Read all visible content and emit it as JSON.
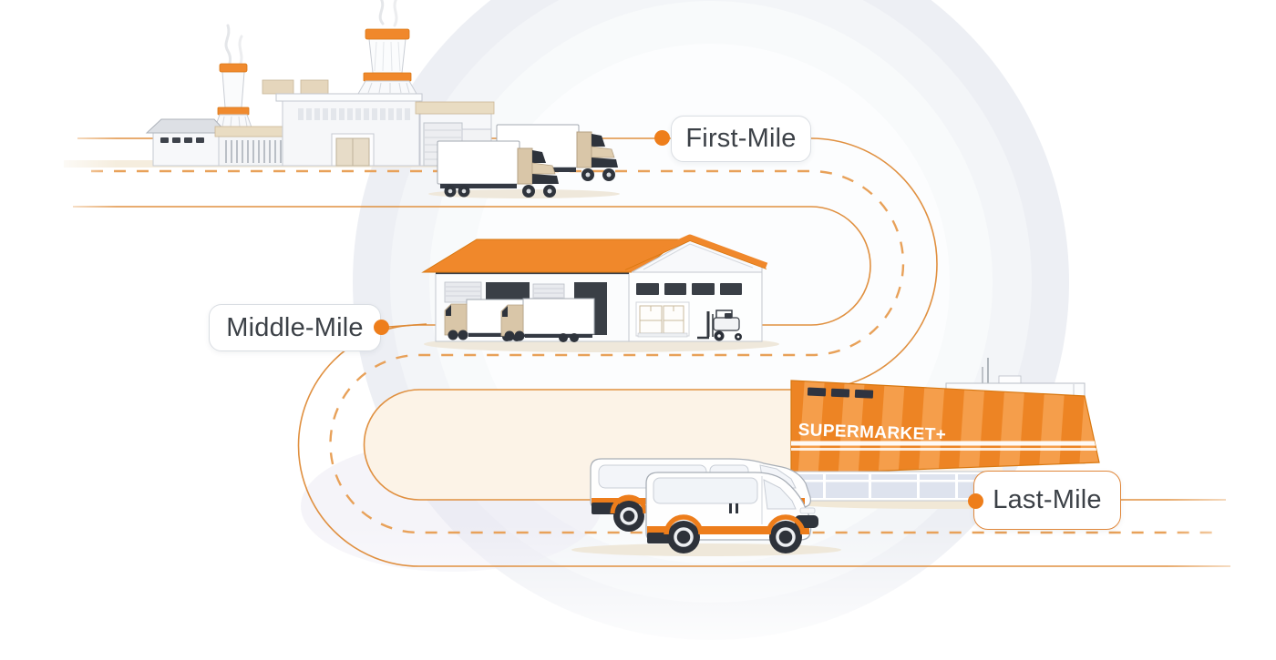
{
  "title": "Logistics route diagram: First-Mile, Middle-Mile, Last-Mile",
  "stages": [
    {
      "id": "first-mile",
      "label": "First-Mile"
    },
    {
      "id": "middle-mile",
      "label": "Middle-Mile"
    },
    {
      "id": "last-mile",
      "label": "Last-Mile"
    }
  ],
  "supermarket_sign": "SUPERMARKET+",
  "illustrations": [
    "factory-with-cooling-towers",
    "semi-trucks",
    "warehouse-with-loading-docks",
    "forklift",
    "pallet-boxes",
    "supermarket-storefront",
    "delivery-vans",
    "winding-road-route"
  ],
  "colors": {
    "accent_orange": "#ee7e1b",
    "road_line": "#de8a36",
    "road_dash": "#e8a159",
    "roof_orange": "#f0882b",
    "facade_stripe_light": "#f59e4b",
    "facade_stripe_dark": "#ed8424",
    "label_text": "#3c4147",
    "label_border": "#dadee3",
    "last_label_border": "#e0873a",
    "background_ring": "#edeff4",
    "cream_fill": "#fcf3e7"
  }
}
